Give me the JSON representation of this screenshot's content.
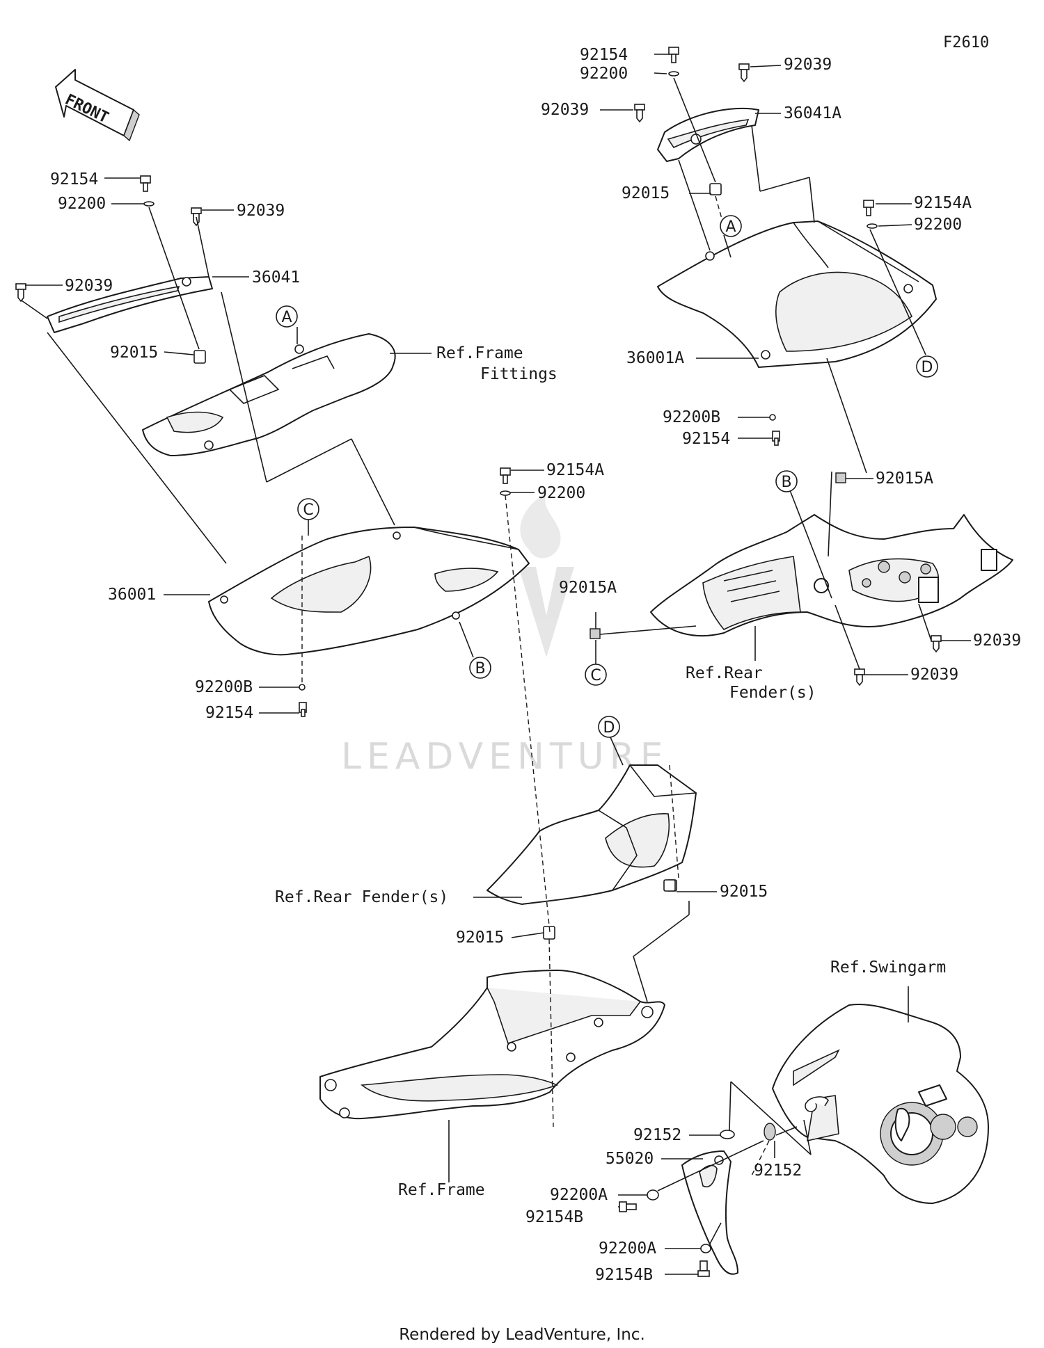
{
  "figure_code": "F2610",
  "front_label": "FRONT",
  "watermark": "LEADVENTURE",
  "footer": "Rendered by LeadVenture, Inc.",
  "parts": {
    "p92154_tr": "92154",
    "p92200_tr": "92200",
    "p92039_tr1": "92039",
    "p92039_tr2": "92039",
    "p36041A": "36041A",
    "p92015_tr": "92015",
    "p92154A_tr": "92154A",
    "p92200_tr2": "92200",
    "p36001A": "36001A",
    "p92200B_tr": "92200B",
    "p92154_tr3": "92154",
    "p92015A_tr": "92015A",
    "p92039_tr3": "92039",
    "p92039_tr4": "92039",
    "p92154_tl": "92154",
    "p92200_tl": "92200",
    "p92039_tl1": "92039",
    "p92039_tl2": "92039",
    "p36041": "36041",
    "p92015_tl": "92015",
    "p92154A_mid": "92154A",
    "p92200_mid": "92200",
    "p36001": "36001",
    "p92200B_tl": "92200B",
    "p92154_tl2": "92154",
    "p92015A_mid": "92015A",
    "p92015_mid1": "92015",
    "p92015_mid2": "92015",
    "p92152_a": "92152",
    "p92152_b": "92152",
    "p55020": "55020",
    "p92200A_a": "92200A",
    "p92154B_a": "92154B",
    "p92200A_b": "92200A",
    "p92154B_b": "92154B"
  },
  "references": {
    "frame_fittings_1": "Ref.Frame",
    "frame_fittings_2": "Fittings",
    "rear_fender_r_1": "Ref.Rear",
    "rear_fender_r_2": "Fender(s)",
    "rear_fender_mid": "Ref.Rear Fender(s)",
    "frame": "Ref.Frame",
    "swingarm": "Ref.Swingarm"
  },
  "callouts": {
    "A_top": "A",
    "D_top": "D",
    "B_right": "B",
    "C_right": "C",
    "A_left": "A",
    "C_left": "C",
    "B_left": "B",
    "D_mid": "D"
  }
}
